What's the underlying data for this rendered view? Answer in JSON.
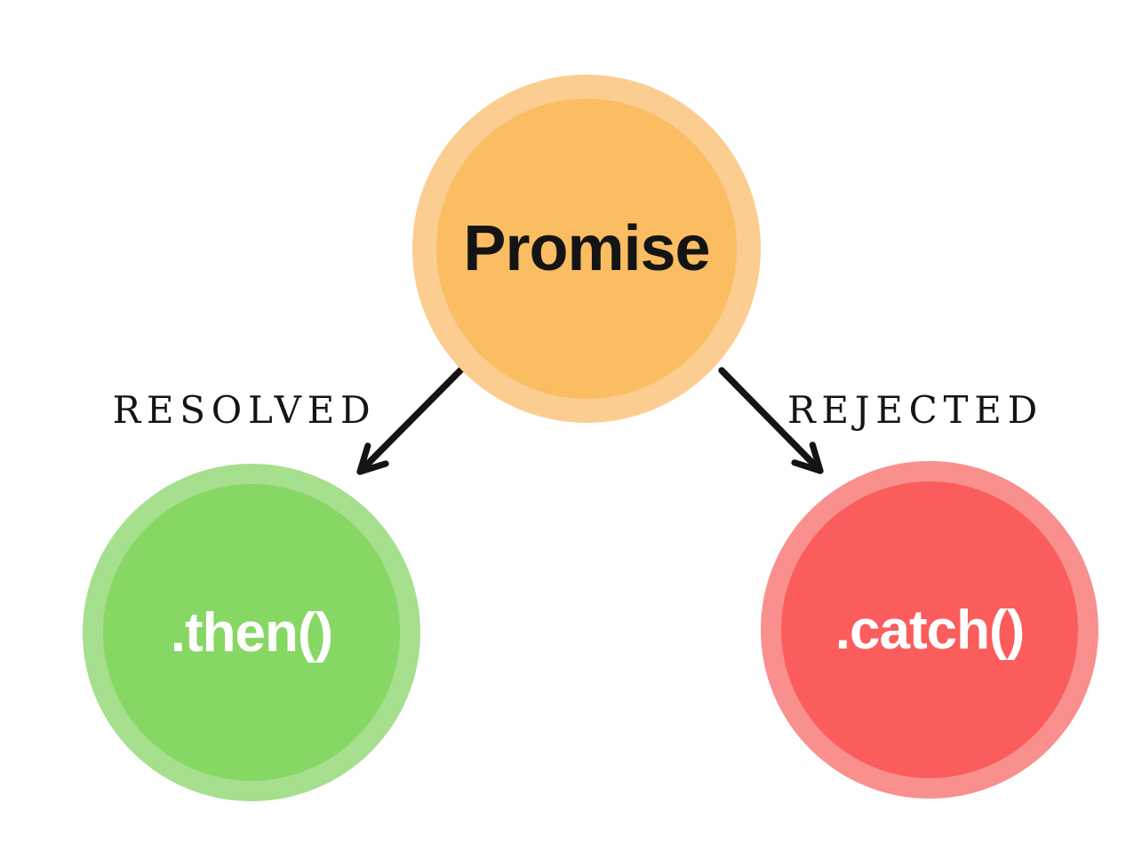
{
  "canvas": {
    "background": "#ffffff",
    "arrow_color": "#141414"
  },
  "nodes": {
    "promise": {
      "label": "Promise",
      "outer_color": "#FCCD90",
      "inner_color": "#FABD62",
      "text_color": "#141414"
    },
    "then": {
      "label": ".then()",
      "outer_color": "#A6DF8D",
      "inner_color": "#86D763",
      "text_color": "#FFFFFF"
    },
    "catch": {
      "label": ".catch()",
      "outer_color": "#F9908D",
      "inner_color": "#FA5D5C",
      "text_color": "#FFFFFF"
    }
  },
  "edges": {
    "resolved": {
      "label": "RESOLVED"
    },
    "rejected": {
      "label": "REJECTED"
    }
  }
}
